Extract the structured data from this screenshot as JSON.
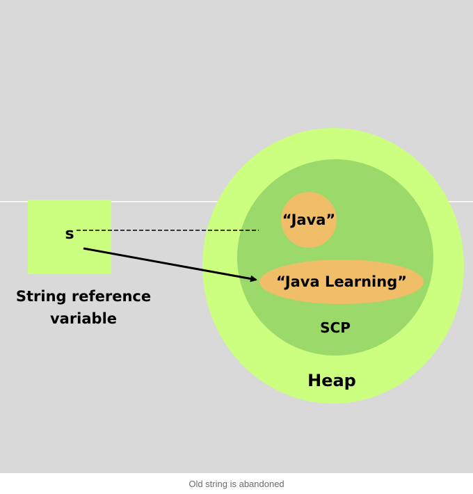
{
  "diagram": {
    "variable_name": "s",
    "variable_label_line1": "String reference",
    "variable_label_line2": "variable",
    "old_string": "“Java”",
    "new_string": "“Java Learning”",
    "pool_label": "SCP",
    "heap_label": "Heap"
  },
  "caption": "Old string is abandoned",
  "colors": {
    "background": "#d9d9d9",
    "heap_fill": "#ccff80",
    "scp_fill": "#9ad96a",
    "string_fill": "#f0bd68",
    "variable_box_fill": "#ccff80",
    "arrow": "#000000"
  }
}
